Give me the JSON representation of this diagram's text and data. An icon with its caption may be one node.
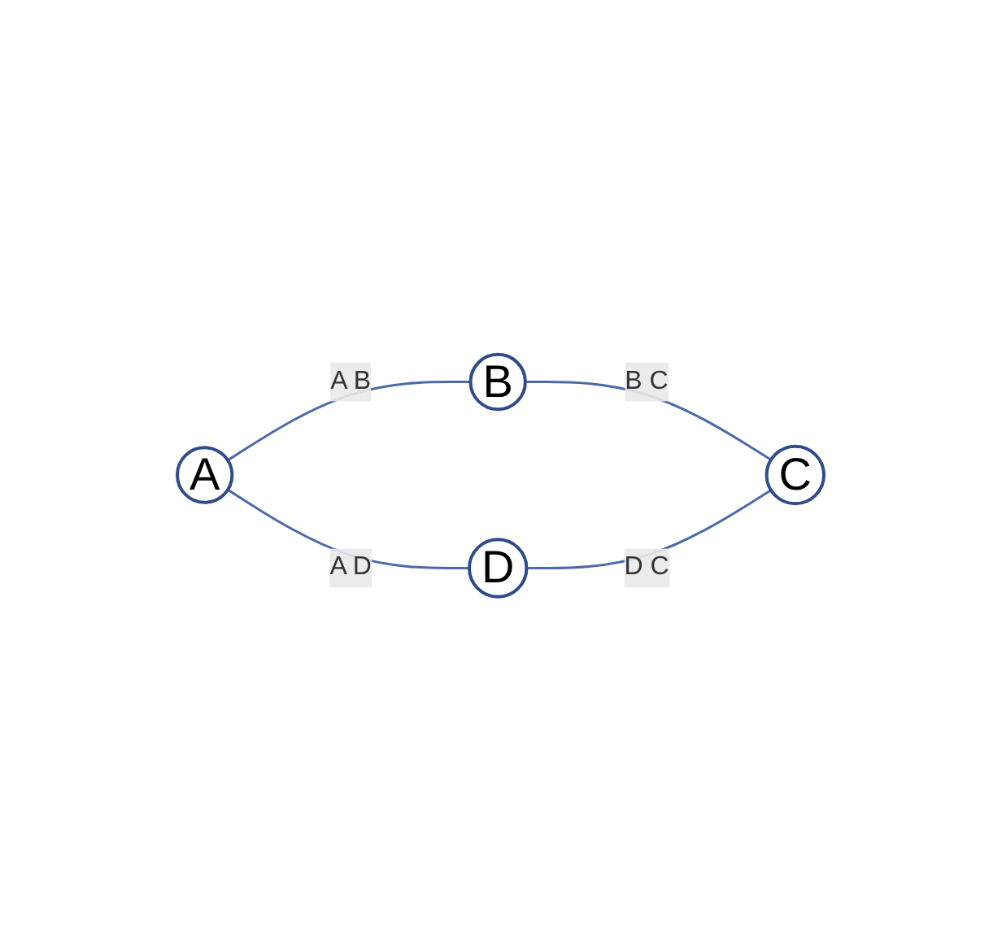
{
  "diagram": {
    "nodes": [
      {
        "text": [
          "A"
        ]
      },
      {
        "text": [
          "B"
        ]
      },
      {
        "text": [
          "C"
        ]
      },
      {
        "text": [
          "D"
        ]
      }
    ],
    "edges": [
      {
        "from": 0,
        "to": 1,
        "arrow": "none",
        "label": "A B"
      },
      {
        "from": 1,
        "to": 2,
        "arrow": "none",
        "label": "B C"
      },
      {
        "from": 0,
        "to": 3,
        "arrow": "none",
        "label": "A D"
      },
      {
        "from": 3,
        "to": 2,
        "arrow": "none",
        "label": "D C"
      }
    ]
  }
}
